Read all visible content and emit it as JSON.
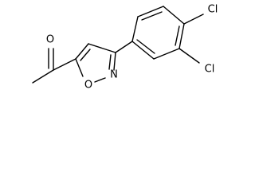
{
  "atom_labels": {
    "carbonyl_oxygen": "O",
    "ring_oxygen": "O",
    "ring_nitrogen": "N",
    "chlorine_top": "Cl",
    "chlorine_middle": "Cl"
  }
}
